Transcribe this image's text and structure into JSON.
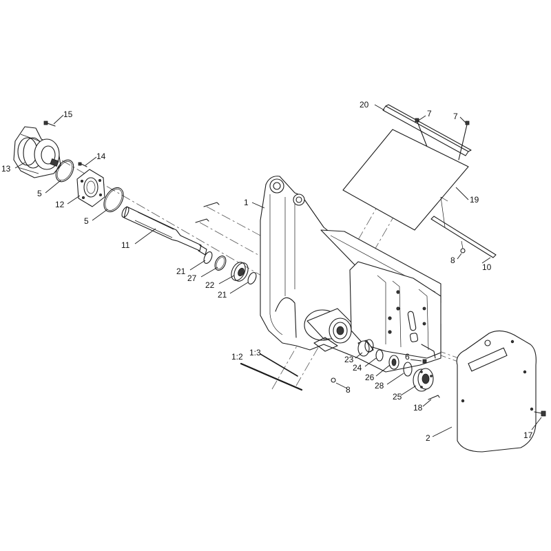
{
  "callouts": [
    {
      "id": "c1",
      "text": "1"
    },
    {
      "id": "c2",
      "text": "2"
    },
    {
      "id": "c5a",
      "text": "5"
    },
    {
      "id": "c5b",
      "text": "5"
    },
    {
      "id": "c6",
      "text": "6"
    },
    {
      "id": "c7a",
      "text": "7"
    },
    {
      "id": "c7b",
      "text": "7"
    },
    {
      "id": "c8a",
      "text": "8"
    },
    {
      "id": "c8b",
      "text": "8"
    },
    {
      "id": "c10",
      "text": "10"
    },
    {
      "id": "c11",
      "text": "11"
    },
    {
      "id": "c12",
      "text": "12"
    },
    {
      "id": "c13",
      "text": "13"
    },
    {
      "id": "c14",
      "text": "14"
    },
    {
      "id": "c15",
      "text": "15"
    },
    {
      "id": "c17",
      "text": "17"
    },
    {
      "id": "c18",
      "text": "18"
    },
    {
      "id": "c19",
      "text": "19"
    },
    {
      "id": "c20",
      "text": "20"
    },
    {
      "id": "c21a",
      "text": "21"
    },
    {
      "id": "c21b",
      "text": "21"
    },
    {
      "id": "c22",
      "text": "22"
    },
    {
      "id": "c23",
      "text": "23"
    },
    {
      "id": "c24",
      "text": "24"
    },
    {
      "id": "c25",
      "text": "25"
    },
    {
      "id": "c26",
      "text": "26"
    },
    {
      "id": "c27",
      "text": "27"
    },
    {
      "id": "c28",
      "text": "28"
    },
    {
      "id": "c1_2",
      "text": "1:2"
    },
    {
      "id": "c1_3",
      "text": "1:3"
    }
  ]
}
